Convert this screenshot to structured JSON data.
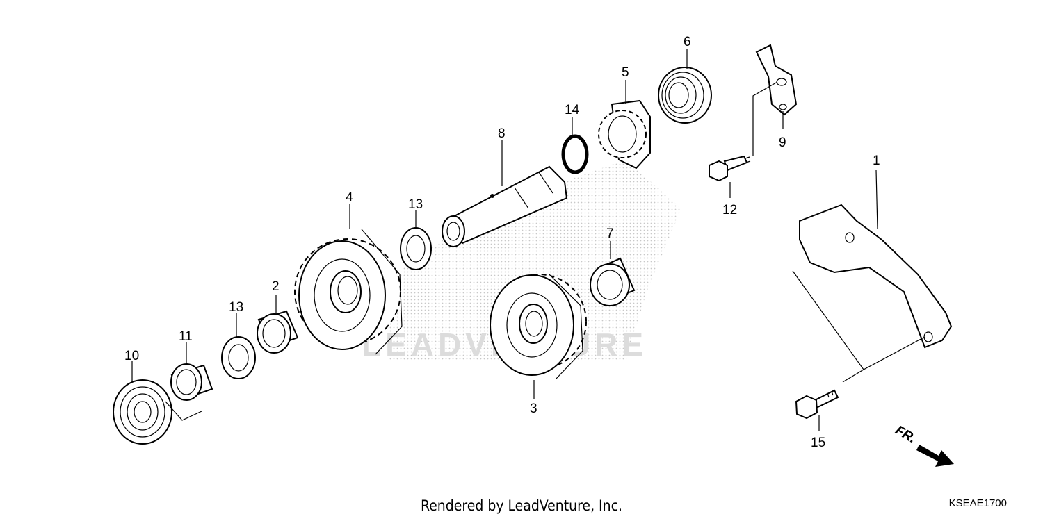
{
  "watermark": {
    "brand": "LEADVENTURE"
  },
  "callouts": {
    "p1": "1",
    "p2": "2",
    "p3": "3",
    "p4": "4",
    "p5": "5",
    "p6": "6",
    "p7": "7",
    "p8": "8",
    "p9": "9",
    "p10": "10",
    "p11": "11",
    "p12": "12",
    "p13a": "13",
    "p13b": "13",
    "p14": "14",
    "p15": "15"
  },
  "direction_marker": {
    "label": "FR."
  },
  "footer": {
    "credit": "Rendered by LeadVenture, Inc.",
    "diagram_code": "KSEAE1700"
  }
}
